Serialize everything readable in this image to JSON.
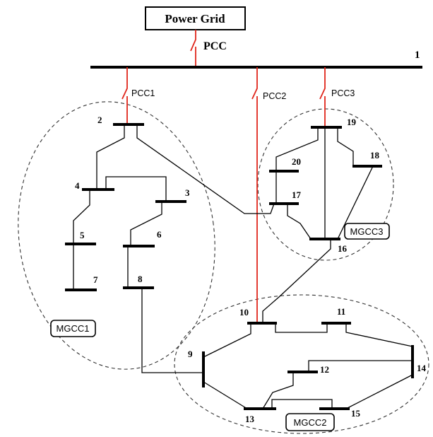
{
  "power_grid": {
    "label": "Power Grid"
  },
  "pcc": {
    "main": "PCC",
    "pcc1": "PCC1",
    "pcc2": "PCC2",
    "pcc3": "PCC3"
  },
  "buses": {
    "b1": "1",
    "b2": "2",
    "b3": "3",
    "b4": "4",
    "b5": "5",
    "b6": "6",
    "b7": "7",
    "b8": "8",
    "b9": "9",
    "b10": "10",
    "b11": "11",
    "b12": "12",
    "b13": "13",
    "b14": "14",
    "b15": "15",
    "b16": "16",
    "b17": "17",
    "b18": "18",
    "b19": "19",
    "b20": "20"
  },
  "controllers": {
    "mgcc1": "MGCC1",
    "mgcc2": "MGCC2",
    "mgcc3": "MGCC3"
  },
  "colors": {
    "feeder": "#e0261b",
    "bus": "#000000",
    "zone": "#333333"
  }
}
